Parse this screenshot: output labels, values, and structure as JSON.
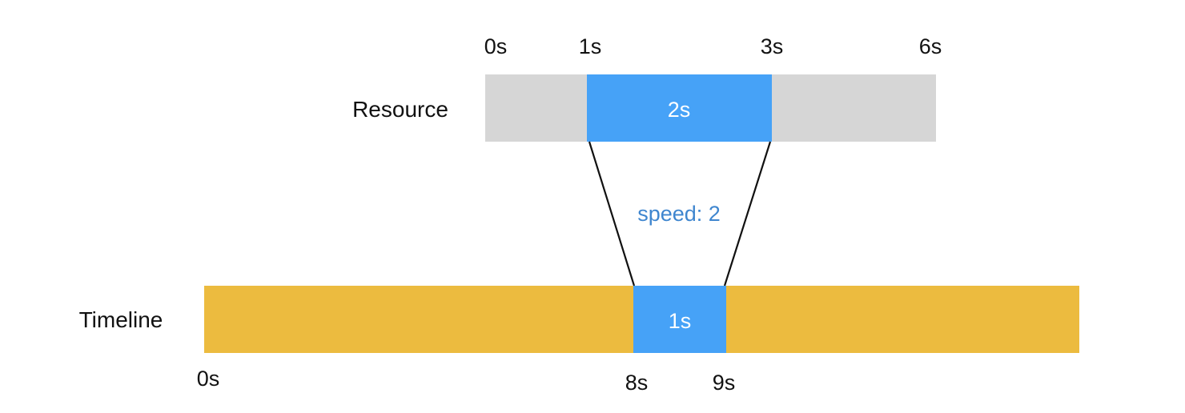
{
  "resource": {
    "label": "Resource",
    "ticks": [
      "0s",
      "1s",
      "3s",
      "6s"
    ],
    "segment_label": "2s"
  },
  "timeline": {
    "label": "Timeline",
    "ticks": [
      "0s",
      "8s",
      "9s"
    ],
    "segment_label": "1s"
  },
  "mapping": {
    "label": "speed: 2"
  },
  "colors": {
    "resource_bar": "#d6d6d6",
    "timeline_bar": "#ecbb3f",
    "segment": "#46a2f7",
    "speed_text": "#3f86cf",
    "segment_text": "#ffffff",
    "text": "#111111",
    "connector": "#111111"
  }
}
